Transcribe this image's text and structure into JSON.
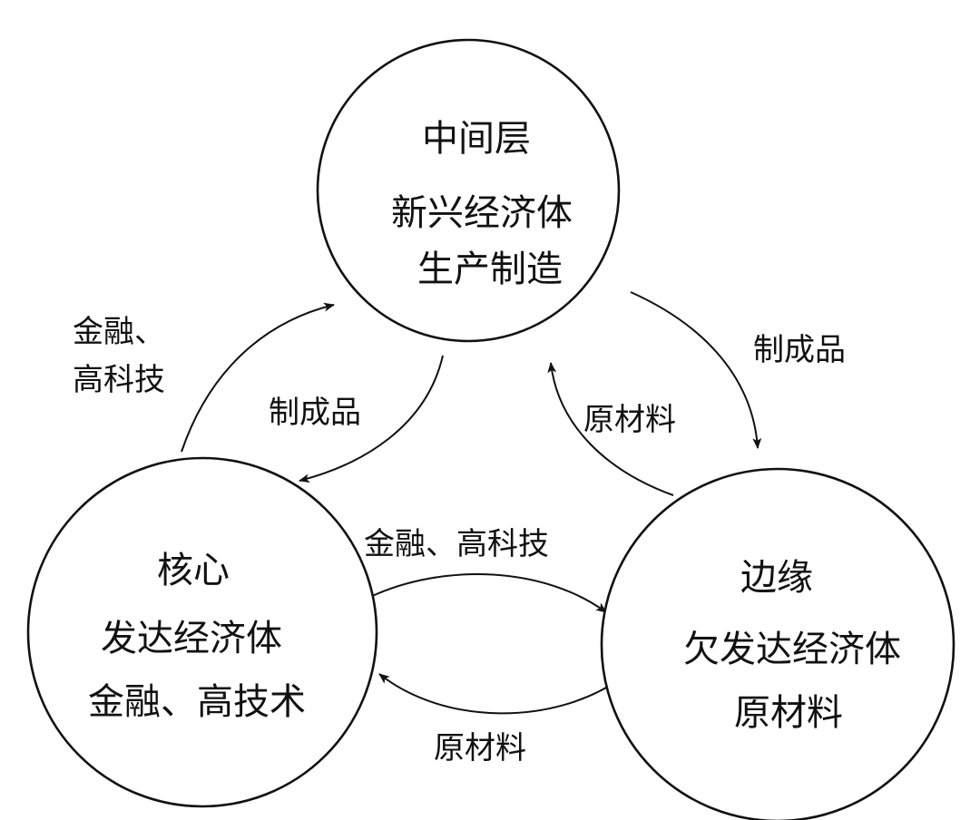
{
  "nodes": {
    "middle": {
      "lines": [
        "中间层",
        "新兴经济体",
        "生产制造"
      ]
    },
    "core": {
      "lines": [
        "核心",
        "发达经济体",
        "金融、高技术"
      ]
    },
    "periphery": {
      "lines": [
        "边缘",
        "欠发达经济体",
        "原材料"
      ]
    }
  },
  "edges": {
    "core_to_middle": {
      "lines": [
        "金融、",
        "高科技"
      ]
    },
    "middle_to_core": {
      "label": "制成品"
    },
    "middle_to_periphery": {
      "label": "制成品"
    },
    "periphery_to_middle": {
      "label": "原材料"
    },
    "core_to_periphery": {
      "label": "金融、高科技"
    },
    "periphery_to_core": {
      "label": "原材料"
    }
  },
  "colors": {
    "stroke": "#111111",
    "background": "#ffffff"
  }
}
